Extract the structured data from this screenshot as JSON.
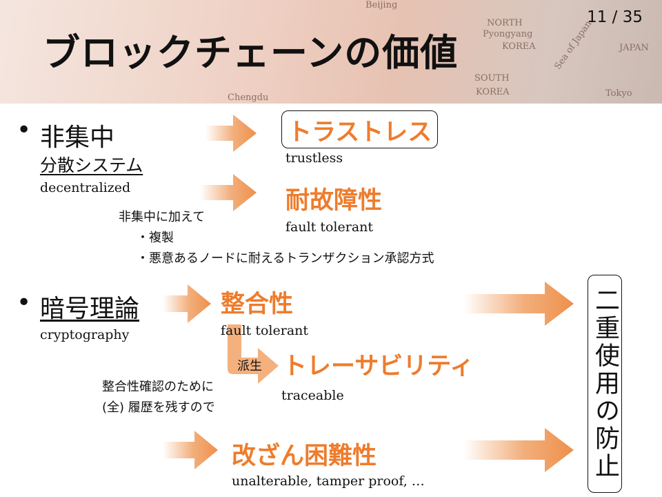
{
  "page": {
    "number": "11 / 35",
    "title": "ブロックチェーンの価値"
  },
  "background_map": [
    "Beijing",
    "NORTH",
    "Pyongyang",
    "KOREA",
    "SOUTH",
    "KOREA",
    "JAPAN",
    "Sea of Japan",
    "Tokyo",
    "Chengdu"
  ],
  "section1": {
    "bullet": "•",
    "heading": "非集中",
    "sub": "分散システム",
    "sub_en": "decentralized",
    "trustless": "トラストレス",
    "trustless_en": "trustless",
    "fault": "耐故障性",
    "fault_en": "fault tolerant",
    "note_line1": "非集中に加えて",
    "note_line2": "・複製",
    "note_line3": "・悪意あるノードに耐えるトランザクション承認方式"
  },
  "section2": {
    "bullet": "•",
    "heading": "暗号理論",
    "heading_en": "cryptography",
    "integrity": "整合性",
    "integrity_en": "fault tolerant",
    "derived": "派生",
    "traceability": "トレーサビリティ",
    "traceability_en": "traceable",
    "note_line1": "整合性確認のために",
    "note_line2": "(全) 履歴を残すので",
    "tamper": "改ざん困難性",
    "tamper_en": "unalterable, tamper proof, …",
    "double_spend": "二重使用の防止"
  },
  "colors": {
    "accent": "#ee7c2c",
    "arrow": "#f0a064",
    "text": "#111111"
  }
}
